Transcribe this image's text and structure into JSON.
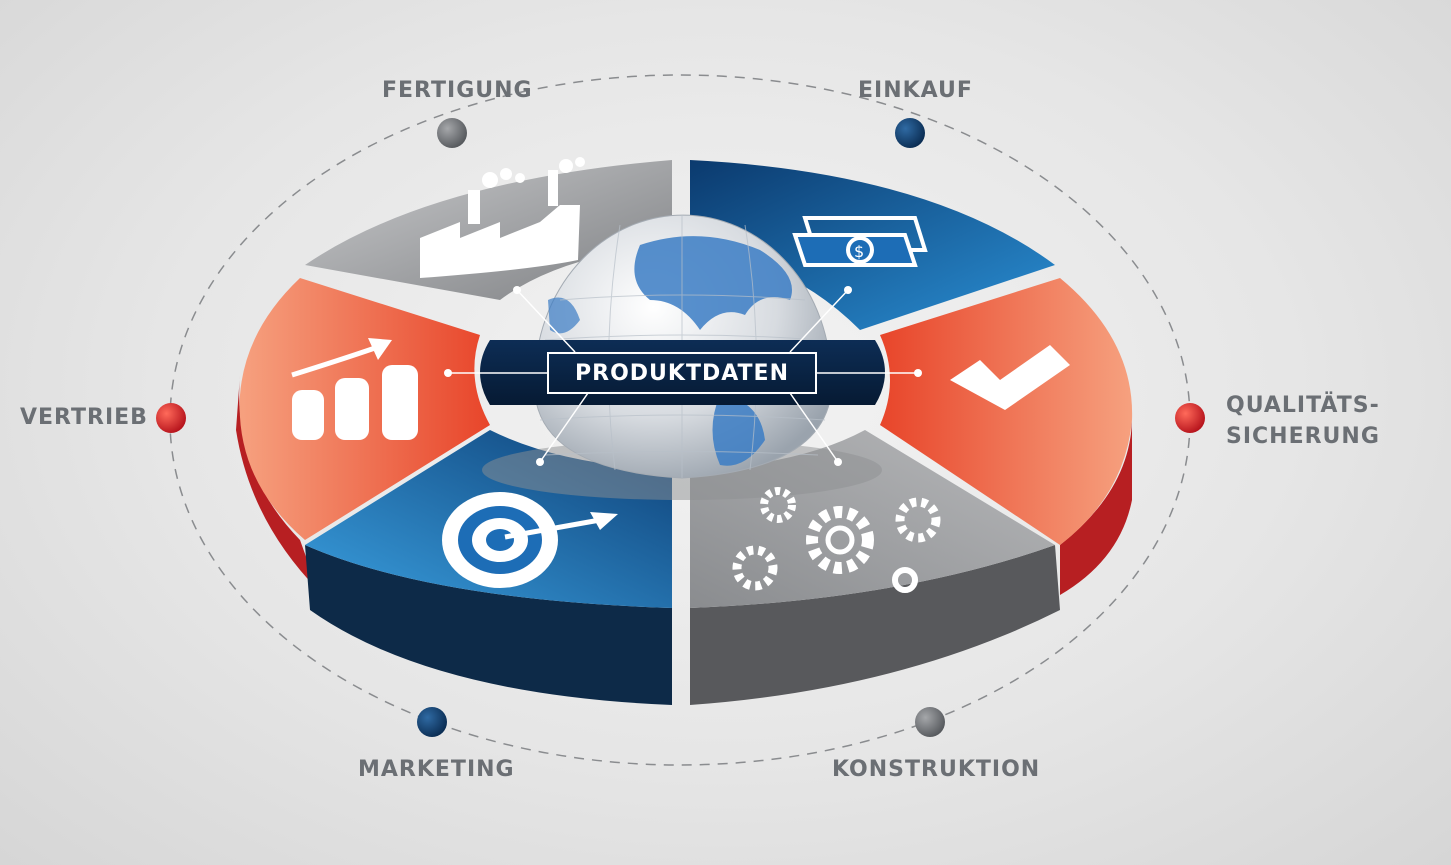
{
  "center": {
    "label": "PRODUKTDATEN"
  },
  "departments": {
    "fertigung": {
      "label": "FERTIGUNG",
      "icon": "factory-icon",
      "color": "#9a9b9e"
    },
    "einkauf": {
      "label": "EINKAUF",
      "icon": "money-icon",
      "color": "#0f4f8c"
    },
    "qualitaet": {
      "label_line1": "QUALITÄTS-",
      "label_line2": "SICHERUNG",
      "icon": "checkmark-icon",
      "color": "#ee5a3b"
    },
    "konstruktion": {
      "label": "KONSTRUKTION",
      "icon": "gears-icon",
      "color": "#9a9b9e"
    },
    "marketing": {
      "label": "MARKETING",
      "icon": "target-icon",
      "color": "#0f4f8c"
    },
    "vertrieb": {
      "label": "VERTRIEB",
      "icon": "sales-chart-icon",
      "color": "#ee5a3b"
    }
  },
  "colors": {
    "accent_red": "#d32027",
    "accent_blue": "#0d3c6b",
    "accent_grey": "#7d7f82",
    "label_text": "#6b6f74"
  }
}
